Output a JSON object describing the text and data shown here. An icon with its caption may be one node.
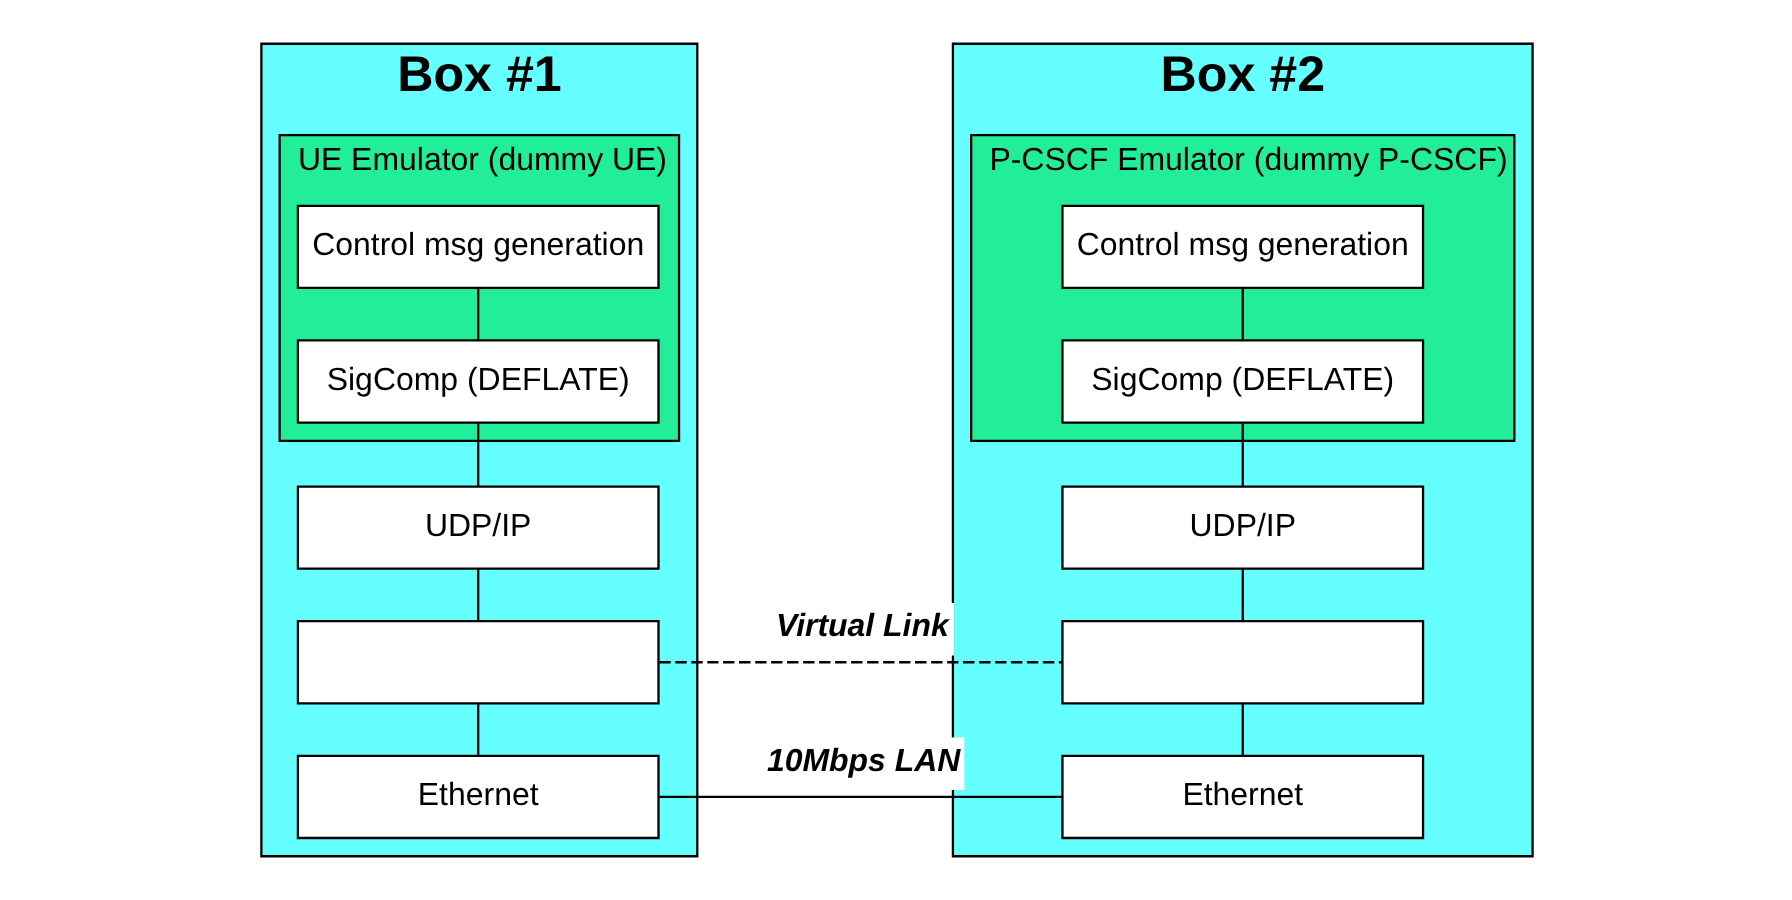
{
  "diagram": {
    "nodes": [
      {
        "text": [
          "Box #1"
        ]
      },
      {
        "text": [
          "UE Emulator (dummy UE)"
        ],
        "in": 0
      },
      {
        "text": [
          "Control msg generation"
        ],
        "in": 1
      },
      {
        "text": [
          "SigComp (DEFLATE)"
        ],
        "in": 1
      },
      {
        "text": [
          "UDP/IP"
        ],
        "in": 0
      },
      {
        "text": [],
        "shape": "box",
        "in": 0
      },
      {
        "text": [
          "Ethernet"
        ],
        "in": 0
      },
      {
        "text": [
          "Box #2"
        ]
      },
      {
        "text": [
          "P-CSCF Emulator (dummy P-CSCF)"
        ],
        "in": 7
      },
      {
        "text": [
          "Control msg generation"
        ],
        "in": 8
      },
      {
        "text": [
          "SigComp (DEFLATE)"
        ],
        "in": 8
      },
      {
        "text": [
          "UDP/IP"
        ],
        "in": 7
      },
      {
        "text": [],
        "shape": "box",
        "in": 7
      },
      {
        "text": [
          "Ethernet"
        ],
        "in": 7
      }
    ],
    "edges": [
      {
        "from": 2,
        "to": 3,
        "arrow": "none"
      },
      {
        "from": 3,
        "to": 4,
        "arrow": "none"
      },
      {
        "from": 4,
        "to": 5,
        "arrow": "none"
      },
      {
        "from": 5,
        "to": 6,
        "arrow": "none"
      },
      {
        "from": 9,
        "to": 10,
        "arrow": "none"
      },
      {
        "from": 10,
        "to": 11,
        "arrow": "none"
      },
      {
        "from": 11,
        "to": 12,
        "arrow": "none"
      },
      {
        "from": 12,
        "to": 13,
        "arrow": "none"
      },
      {
        "from": 5,
        "to": 12,
        "arrow": "none",
        "label": "Virtual Link",
        "style": "dashed"
      },
      {
        "from": 6,
        "to": 13,
        "arrow": "none",
        "label": "10Mbps LAN"
      }
    ]
  }
}
